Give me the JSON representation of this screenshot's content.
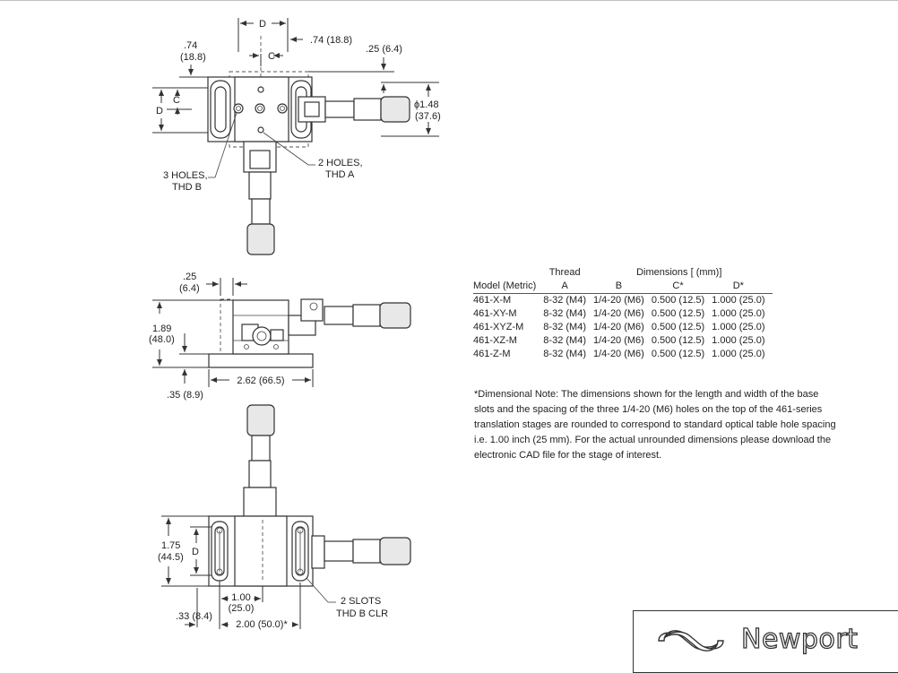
{
  "top_view": {
    "dim_d": "D",
    "dim_c": "C",
    "dim_74_right": ".74 (18.8)",
    "dim_74_left_in": ".74",
    "dim_74_left_mm": "(18.8)",
    "dim_25": ".25 (6.4)",
    "dim_c_left": "C",
    "dim_d_left": "D",
    "dim_148_in": "ϕ1.48",
    "dim_148_mm": "(37.6)",
    "callout_3holes_1": "3 HOLES,",
    "callout_3holes_2": "THD B",
    "callout_2holes_1": "2 HOLES,",
    "callout_2holes_2": "THD A"
  },
  "side_view": {
    "dim_25_in": ".25",
    "dim_25_mm": "(6.4)",
    "dim_189_in": "1.89",
    "dim_189_mm": "(48.0)",
    "dim_262": "2.62 (66.5)",
    "dim_35": ".35 (8.9)"
  },
  "bottom_view": {
    "dim_175_in": "1.75",
    "dim_175_mm": "(44.5)",
    "dim_d": "D",
    "dim_100_in": "1.00",
    "dim_100_mm": "(25.0)",
    "dim_33": ".33 (8.4)",
    "dim_200": "2.00 (50.0)*",
    "callout_slots_1": "2 SLOTS",
    "callout_slots_2": "THD B CLR"
  },
  "table": {
    "group_thread": "Thread",
    "group_dimensions": "Dimensions [ (mm)]",
    "col_model": "Model (Metric)",
    "col_a": "A",
    "col_b": "B",
    "col_c": "C*",
    "col_d": "D*",
    "rows": [
      {
        "model": "461-X-M",
        "a": "8-32 (M4)",
        "b": "1/4-20 (M6)",
        "c": "0.500 (12.5)",
        "d": "1.000 (25.0)"
      },
      {
        "model": "461-XY-M",
        "a": "8-32 (M4)",
        "b": "1/4-20 (M6)",
        "c": "0.500 (12.5)",
        "d": "1.000 (25.0)"
      },
      {
        "model": "461-XYZ-M",
        "a": "8-32 (M4)",
        "b": "1/4-20 (M6)",
        "c": "0.500 (12.5)",
        "d": "1.000 (25.0)"
      },
      {
        "model": "461-XZ-M",
        "a": "8-32 (M4)",
        "b": "1/4-20 (M6)",
        "c": "0.500 (12.5)",
        "d": "1.000 (25.0)"
      },
      {
        "model": "461-Z-M",
        "a": "8-32 (M4)",
        "b": "1/4-20 (M6)",
        "c": "0.500 (12.5)",
        "d": "1.000 (25.0)"
      }
    ]
  },
  "note": "*Dimensional Note: The dimensions shown for the length and width of the base slots and the spacing of the three 1/4-20 (M6) holes on the top of the 461-series translation stages are rounded to correspond to standard optical table hole spacing i.e. 1.00 inch (25 mm). For the actual unrounded dimensions please download the electronic CAD file for the stage of interest.",
  "logo": {
    "text": "Newport",
    "icon": "newport-logo-icon"
  }
}
